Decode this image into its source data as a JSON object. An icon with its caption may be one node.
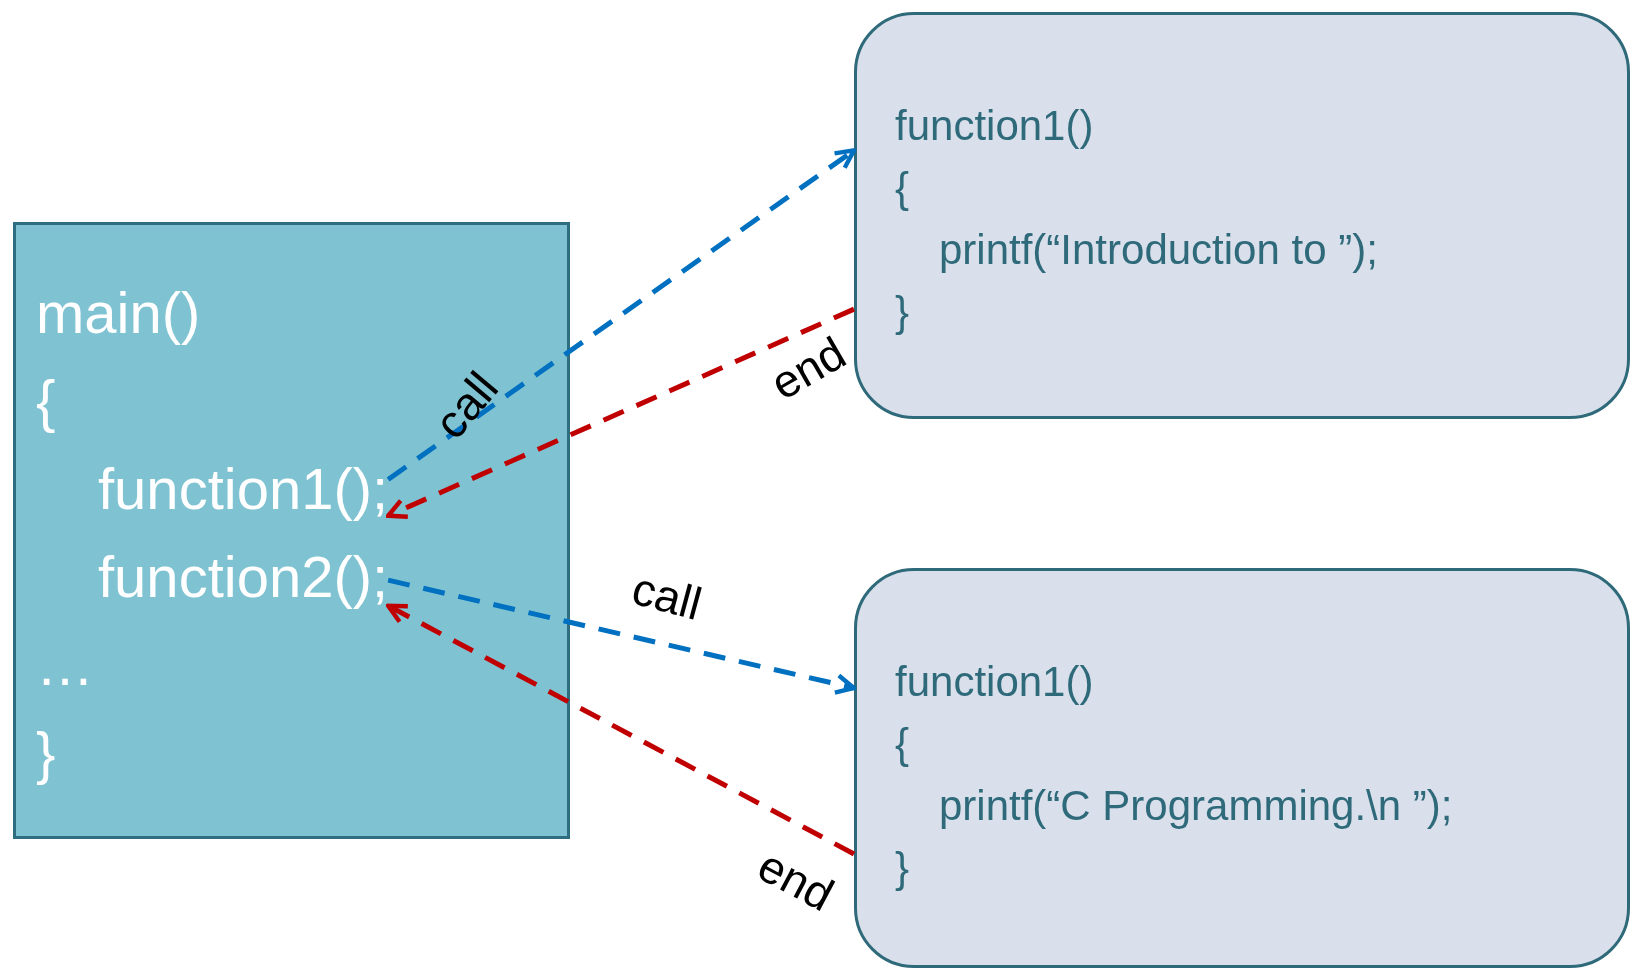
{
  "diagram": {
    "nodes": [
      {
        "text": [
          "main()",
          "{",
          "…",
          "}"
        ]
      },
      {
        "text": [
          "function1();"
        ],
        "in": 0
      },
      {
        "text": [
          "function2();"
        ],
        "in": 0
      },
      {
        "text": [
          "function1()",
          "{",
          "printf(“Introduction to ”);",
          "}"
        ]
      },
      {
        "text": [
          "function1()",
          "{",
          "printf(“C Programming.\\n ”);",
          "}"
        ]
      }
    ],
    "edges": [
      {
        "from": 1,
        "to": 3,
        "arrow": "to",
        "style": "dashed",
        "color": "#0070c0",
        "label": "call"
      },
      {
        "from": 3,
        "to": 1,
        "arrow": "to",
        "style": "dashed",
        "color": "#c00000",
        "label": "end"
      },
      {
        "from": 2,
        "to": 4,
        "arrow": "to",
        "style": "dashed",
        "color": "#0070c0",
        "label": "call"
      },
      {
        "from": 4,
        "to": 2,
        "arrow": "to",
        "style": "dashed",
        "color": "#c00000",
        "label": "end"
      }
    ]
  }
}
